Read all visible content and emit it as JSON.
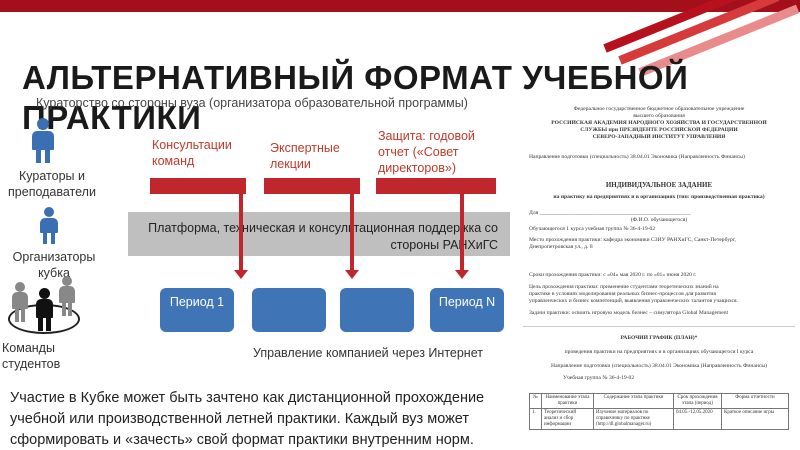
{
  "title": "АЛЬТЕРНАТИВНЫЙ ФОРМАТ УЧЕБНОЙ ПРАКТИКИ",
  "subtitle": "Кураторство со стороны вуза (организатора образовательной программы)",
  "roles": {
    "curators": "Кураторы и преподаватели",
    "organizers": "Организаторы кубка",
    "teams": "Команды студентов"
  },
  "activities": {
    "consult": "Консультации команд",
    "expert": "Экспертные лекции",
    "defense": "Защита: годовой отчет («Совет директоров»)"
  },
  "platform": "Платформа, техническая и консультационная поддержка со стороны РАНХиГС",
  "periods": {
    "first": "Период 1",
    "last": "Период N"
  },
  "bottom_caption": "Управление компанией через Интернет",
  "body_text": "Участие в Кубке может быть зачтено как дистанционной прохождение учебной или производственной летней практики. Каждый вуз может сформировать и «зачесть» свой формат практики внутренним норм. актом",
  "document": {
    "header": [
      "Федеральное государственное бюджетное образовательное учреждение",
      "высшего образования",
      "РОССИЙСКАЯ АКАДЕМИЯ НАРОДНОГО ХОЗЯЙСТВА И ГОСУДАРСТВЕННОЙ",
      "СЛУЖБЫ при ПРЕЗИДЕНТЕ РОССИЙСКОЙ ФЕДЕРАЦИИ",
      "СЕВЕРО-ЗАПАДНЫЙ ИНСТИТУТ УПРАВЛЕНИЯ"
    ],
    "direction": "Направление подготовки (специальность) 38.04.01 Экономика (Направленность Финансы)",
    "doc_title": "ИНДИВИДУАЛЬНОЕ ЗАДАНИЕ",
    "doc_sub": "на практику на предприятиях и в организациях (тип: производственная практика)",
    "lines": [
      "Для ______________________________________________________",
      "(Ф.И.О. обучающегося)",
      "Обучающегося 1 курса          учебная группа № 36-4-19-02",
      "Место прохождения практики: кафедра экономики СЗИУ РАНХиГС, Санкт-Петербург,",
      "Днепропетровская ул., д. 8",
      "Сроки прохождения практики: с «04» мая 2020 г. по «01» июня 2020 г.",
      "Цель прохождения практики: применение студентами теоретических знаний на",
      "практике в условиях моделирования реальных бизнес-процессов для развития",
      "управленческих и бизнес компетенций, выявления управленческих талантов учащихся.",
      "Задачи практики: освоить игровую модель бизнес – симулятора Global Management"
    ],
    "plan_title": "РАБОЧИЙ ГРАФИК (ПЛАН)*",
    "plan_lines": [
      "проведения практики на предприятиях и в организациях обучающегося I курса",
      "Направление подготовки (специальность) 38.04.01 Экономика (Направленность Финансы)",
      "Учебная группа № 36-4-19-02"
    ],
    "table_headers": [
      "№",
      "Наименование этапа практики",
      "Содержание этапа практики",
      "Срок прохождения этапа (период)",
      "Форма отчетности"
    ],
    "table_row": [
      "1.",
      "Теоретический анализ и сбор информации",
      "Изучение материалов по справочнику по практике (http://dl.globalmanager.ru)",
      "04.05.-12.05.2020",
      "Краткое описание игры"
    ]
  },
  "colors": {
    "accent_red": "#c0272d",
    "chevron_blue": "#3f74b6",
    "person_blue": "#3b6fb3",
    "platform_gray": "#bfbfbf"
  }
}
